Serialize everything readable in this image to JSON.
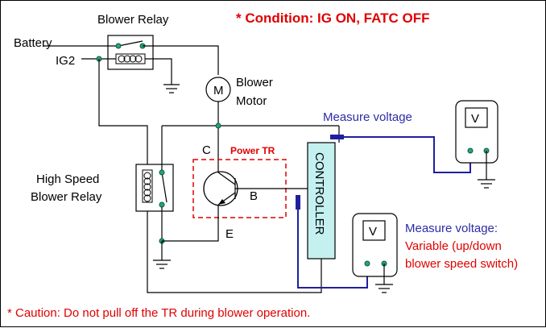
{
  "colors": {
    "wire": "#000000",
    "measure_wire": "#1f1fa0",
    "node": "#2aa37a",
    "controller_fill": "#c4f0f0",
    "condition_text": "#e00000",
    "measure_text": "#2c2ca8"
  },
  "condition": "* Condition: IG ON, FATC OFF",
  "caution": "* Caution: Do not pull off the TR during blower operation.",
  "labels": {
    "blower_relay": "Blower Relay",
    "battery": "Battery",
    "ig2": "IG2",
    "motor_symbol": "M",
    "blower": "Blower",
    "motor": "Motor",
    "high_speed_line1": "High Speed",
    "high_speed_line2": "Blower Relay",
    "power_tr": "Power TR",
    "pin_c": "C",
    "pin_b": "B",
    "pin_e": "E",
    "controller": "CONTROLLER",
    "measure_voltage_1": "Measure voltage",
    "measure_voltage_2": "Measure voltage:",
    "variable_line1": "Variable (up/down",
    "variable_line2": "blower speed switch)",
    "meter_symbol": "V"
  },
  "icons": {
    "motor": "motor-icon",
    "coil": "relay-coil-icon",
    "ground": "ground-icon",
    "transistor": "npn-transistor-icon",
    "voltmeter": "voltmeter-icon"
  }
}
